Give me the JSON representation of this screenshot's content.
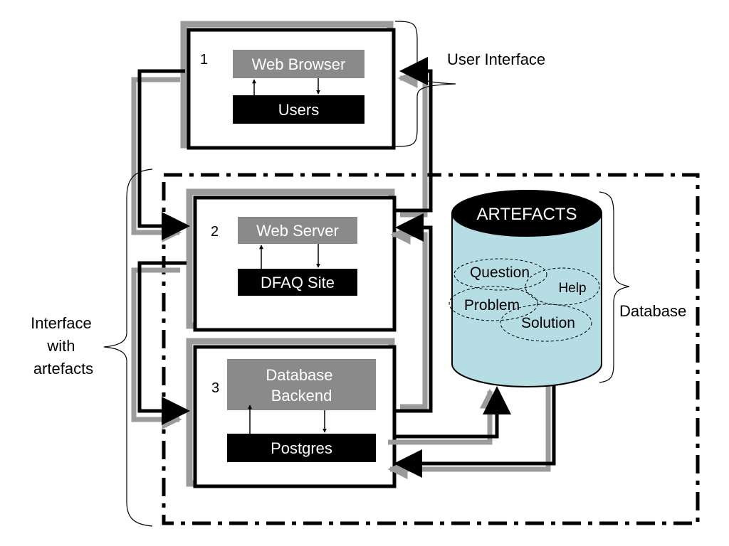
{
  "tiers": [
    {
      "number": "1",
      "top_label": "Web Browser",
      "bottom_label": "Users"
    },
    {
      "number": "2",
      "top_label": "Web Server",
      "bottom_label": "DFAQ Site"
    },
    {
      "number": "3",
      "top_label": "Database Backend",
      "bottom_label": "Postgres"
    }
  ],
  "database": {
    "cylinder_label": "ARTEFACTS",
    "artefacts": [
      "Question",
      "Help",
      "Problem",
      "Solution"
    ],
    "fill_color": "#b6dde4"
  },
  "annotations": {
    "user_interface": "User Interface",
    "database": "Database",
    "interface_with_artefacts": [
      "Interface",
      "with",
      "artefacts"
    ]
  },
  "colors": {
    "grey_box": "#8a8a8a",
    "black_box": "#000000",
    "shadow": "#9b9b9b"
  }
}
